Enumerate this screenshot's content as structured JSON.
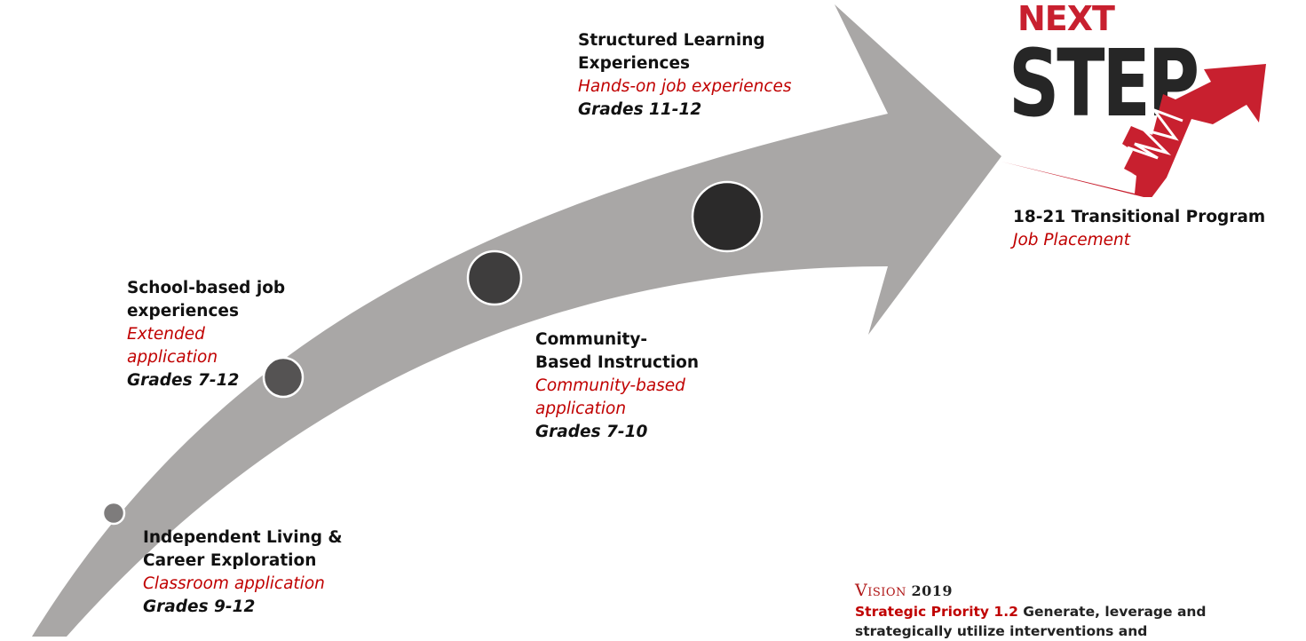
{
  "stages": [
    {
      "title_1": "Independent Living &",
      "title_2": "Career Exploration",
      "subtitle": "Classroom application",
      "grades": "Grades 9-12"
    },
    {
      "title_1": "School-based job",
      "title_2": "experiences",
      "subtitle_1": "Extended",
      "subtitle_2": "application",
      "grades": "Grades 7-12"
    },
    {
      "title_1": "Community-",
      "title_2": "Based Instruction",
      "subtitle_1": "Community-based",
      "subtitle_2": "application",
      "grades": "Grades 7-10"
    },
    {
      "title_1": "Structured Learning",
      "title_2": "Experiences",
      "subtitle": "Hands-on job experiences",
      "grades": "Grades 11-12"
    }
  ],
  "goal": {
    "title": "18-21 Transitional Program",
    "subtitle": "Job Placement"
  },
  "logo": {
    "line1": "NEXT",
    "line2": "STEP"
  },
  "vision": {
    "word": "Vision",
    "year": "2019"
  },
  "priority": {
    "label": "Strategic Priority 1.2",
    "text": "Generate, leverage and strategically utilize interventions and"
  },
  "colors": {
    "arrow": "#a9a7a6",
    "accent": "#c00000",
    "logo_red": "#c8202f",
    "logo_dark": "#262626"
  }
}
